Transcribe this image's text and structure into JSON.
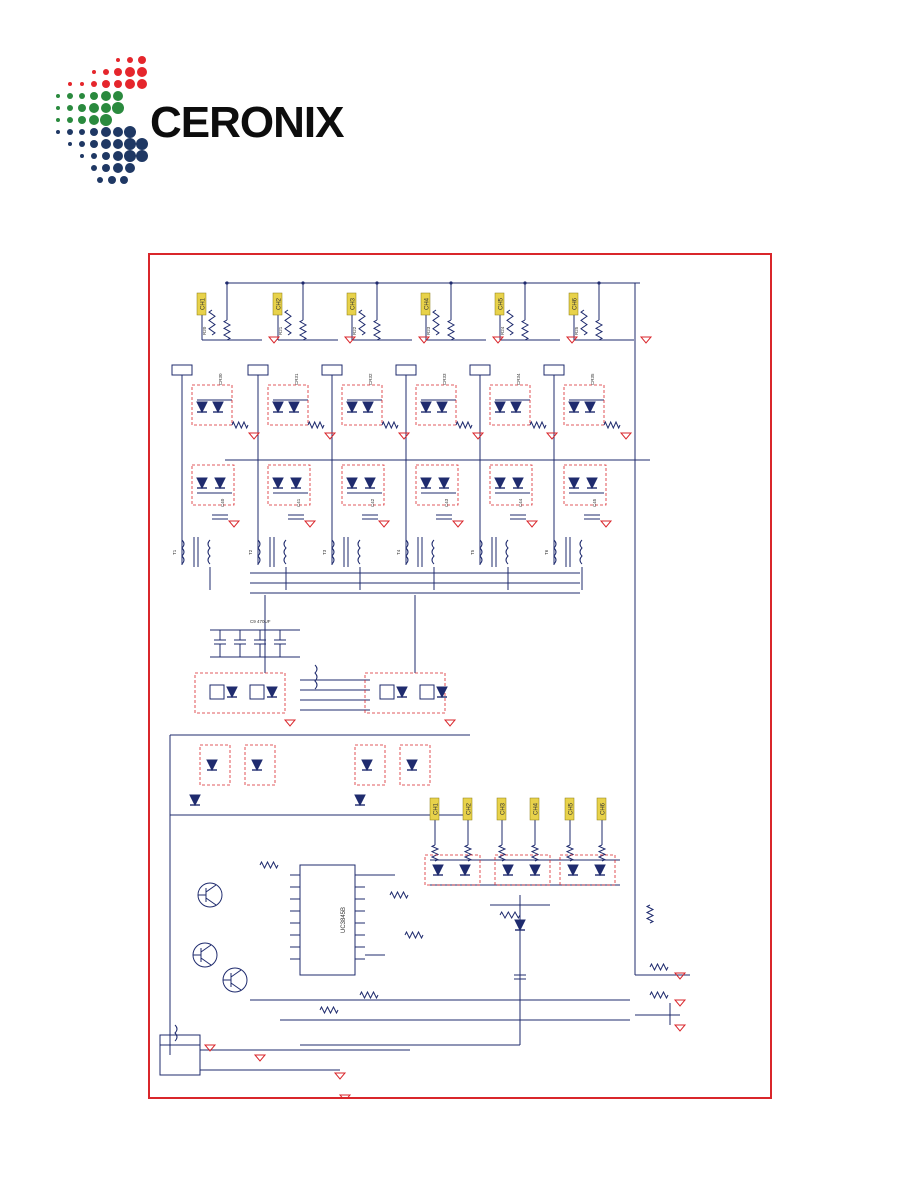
{
  "brand": {
    "name": "CERONIX",
    "logo_colors": [
      "#e5262c",
      "#2a8a3e",
      "#1f3864"
    ]
  },
  "schematic": {
    "border_color": "#d9262b",
    "wire_color": "#1f2b6e",
    "label_color": "#e8d24a",
    "ground_color": "#d9262b",
    "channel_labels": [
      "CH1",
      "CH2",
      "CH3",
      "CH4",
      "CH5",
      "CH6"
    ],
    "bottom_labels": [
      "CH1",
      "CH2",
      "CH3",
      "CH4",
      "CH5",
      "CH6"
    ],
    "ic_label": "UC3845B"
  }
}
